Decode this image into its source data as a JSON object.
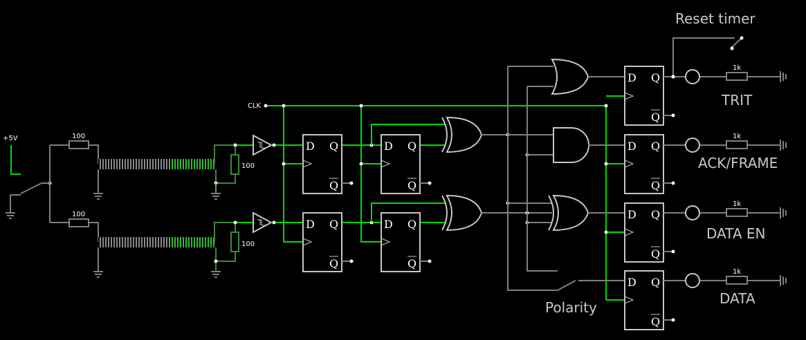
{
  "labels": {
    "supply": "+5V",
    "clk": "CLK",
    "reset_timer": "Reset timer",
    "polarity": "Polarity",
    "r_top": "100",
    "r_bottom": "100",
    "term_top": "100",
    "term_bottom": "100"
  },
  "outputs": [
    {
      "name": "TRIT",
      "resistor": "1k"
    },
    {
      "name": "ACK/FRAME",
      "resistor": "1k"
    },
    {
      "name": "DATA EN",
      "resistor": "1k"
    },
    {
      "name": "DATA",
      "resistor": "1k"
    }
  ],
  "flipflop_pins": {
    "d": "D",
    "q": "Q",
    "qbar": "Q"
  },
  "colors": {
    "wire": "#808080",
    "active": "#00dd00",
    "chip": "#c8c8c8",
    "background": "#000000"
  }
}
